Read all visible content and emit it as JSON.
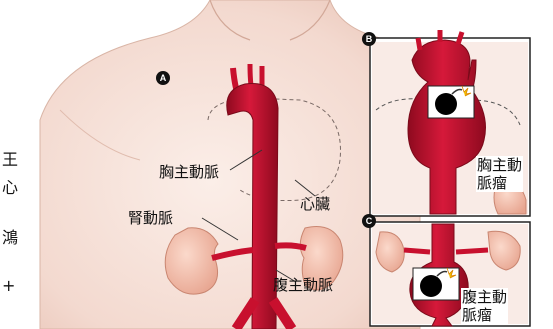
{
  "markers": {
    "a": "A",
    "b": "B",
    "c": "C"
  },
  "labels": {
    "thoracic_aorta": "胸主動脈",
    "heart": "心臟",
    "renal_artery": "腎動脈",
    "abdominal_aorta": "腹主動脈",
    "thoracic_aneurysm_line1": "胸主動",
    "thoracic_aneurysm_line2": "脈瘤",
    "abdominal_aneurysm_line1": "腹主動",
    "abdominal_aneurysm_line2": "脈瘤"
  },
  "edge_text": [
    "王",
    "心",
    "鴻",
    "+"
  ],
  "colors": {
    "aorta": "#c8102e",
    "aorta_dark": "#8e0a1f",
    "skin": "#f3d9cf",
    "kidney": "#f0b8a4",
    "frame": "#222222"
  }
}
